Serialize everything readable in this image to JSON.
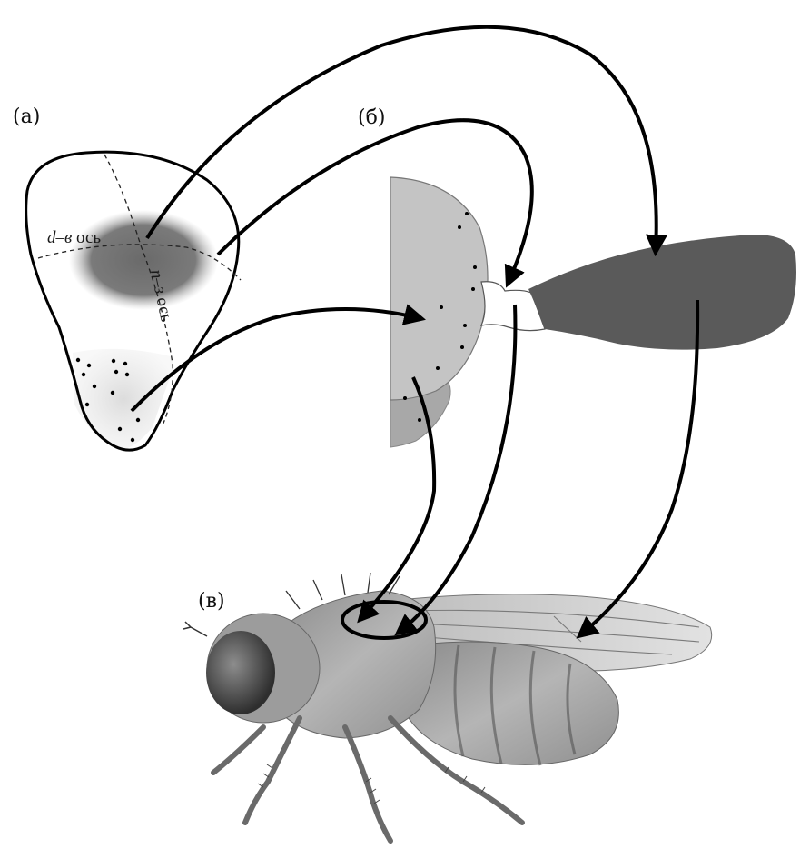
{
  "panels": {
    "a": {
      "label": "(а)"
    },
    "b": {
      "label": "(б)"
    },
    "c": {
      "label": "(в)"
    }
  },
  "axes": {
    "dv": {
      "italic": "d–в",
      "text": " ось"
    },
    "pz": {
      "italic": "п–з",
      "text": " ось"
    }
  },
  "colors": {
    "stroke": "#000000",
    "dark_region": "#6b6b6b",
    "light_region": "#c8c8c8",
    "mid_region": "#a0a0a0",
    "wing": "#5a5a5a"
  }
}
